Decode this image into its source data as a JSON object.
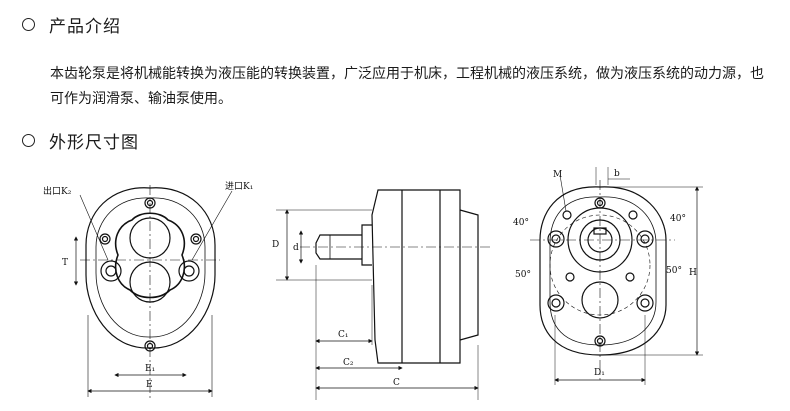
{
  "section_intro": {
    "title": "产品介绍"
  },
  "intro_text": "本齿轮泵是将机械能转换为液压能的转换装置，广泛应用于机床，工程机械的液压系统，做为液压系统的动力源，也可作为润滑泵、输油泵使用。",
  "section_dims": {
    "title": "外形尺寸图"
  },
  "drawing": {
    "front": {
      "outlet_label": "出口K₂",
      "inlet_label": "进口K₁",
      "t_label": "T",
      "e1_label": "E₁",
      "e_label": "E"
    },
    "side": {
      "d_label": "D",
      "d_small_label": "d",
      "c1_label": "C₁",
      "c2_label": "C₂",
      "c_label": "C"
    },
    "rear": {
      "m_label": "M",
      "b_label": "b",
      "angle_tl": "40°",
      "angle_tr": "40°",
      "angle_bl": "50°",
      "angle_br": "50°",
      "h_label": "H",
      "d1_label": "D₁"
    }
  }
}
